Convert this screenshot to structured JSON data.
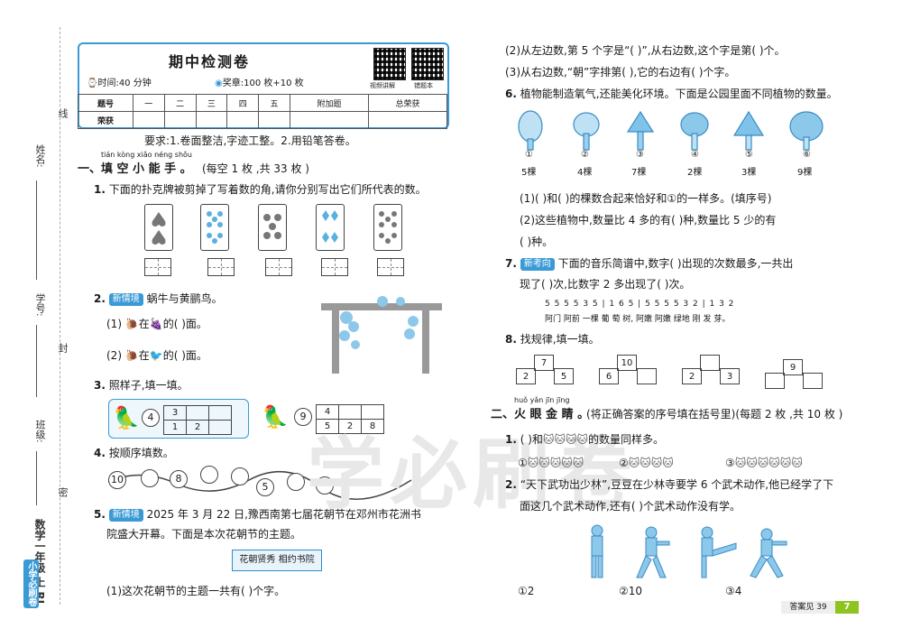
{
  "margin": {
    "title": "数学一年级 上 RJ",
    "name_label": "姓名:",
    "class_label": "班级:",
    "id_label": "学号:",
    "line1": "线",
    "line2": "封",
    "line3": "密",
    "brand": "小学必刷卷"
  },
  "header": {
    "title": "期中检测卷",
    "time": "时间:40 分钟",
    "reward": "奖章:100 枚+10 枚",
    "qr1_label": "视频讲解",
    "qr2_label": "错题本"
  },
  "score_table": {
    "row1": [
      "题号",
      "一",
      "二",
      "三",
      "四",
      "五",
      "附加题",
      "总荣获"
    ],
    "row2_label": "荣获"
  },
  "requirements": "要求:1.卷面整洁,字迹工整。2.用铅笔答卷。",
  "section1": {
    "pinyin": "tián kòng xiǎo néng shǒu",
    "title": "一、填 空 小 能 手 。",
    "note": "(每空 1 枚 ,共 33 枚 )"
  },
  "q1": {
    "num": "1.",
    "text": "下面的扑克牌被剪掉了写着数的角,请你分别写出它们所代表的数。"
  },
  "q2": {
    "num": "2.",
    "tag": "新情境",
    "text": "蜗牛与黄鹂鸟。",
    "sub1": "(1)",
    "sub1_text": "在",
    "sub1_end": "的(      )面。",
    "sub2": "(2)",
    "sub2_text": "在",
    "sub2_end": "的(      )面。"
  },
  "q3": {
    "num": "3.",
    "text": "照样子,填一填。",
    "ex_circle": "4",
    "ex_top": [
      "3",
      "",
      ""
    ],
    "ex_bottom": [
      "1",
      "2",
      ""
    ],
    "q_circle": "9",
    "q_top": [
      "4",
      "",
      ""
    ],
    "q_bottom": [
      "5",
      "2",
      "8"
    ]
  },
  "q4": {
    "num": "4.",
    "text": "按顺序填数。",
    "circles": [
      "10",
      "",
      "8",
      "",
      "",
      "",
      "5",
      "",
      ""
    ]
  },
  "q5": {
    "num": "5.",
    "tag": "新情境",
    "text1": "2025 年 3 月 22 日,豫西南第七届花朝节在邓州市花洲书",
    "text2": "院盛大开幕。下面是本次花朝节的主题。",
    "theme": "花朝贤秀  相约书院",
    "sub1": "(1)这次花朝节的主题一共有(      )个字。"
  },
  "right": {
    "q5_sub2": "(2)从左边数,第 5 个字是“(      )”,从右边数,这个字是第(      )个。",
    "q5_sub3": "(3)从右边数,“朝”字排第(      ),它的右边有(      )个字。",
    "q6": {
      "num": "6.",
      "text": "植物能制造氧气,还能美化环境。下面是公园里面不同植物的数量。",
      "labels": [
        "①",
        "②",
        "③",
        "④",
        "⑤",
        "⑥"
      ],
      "counts": [
        "5棵",
        "4棵",
        "7棵",
        "2棵",
        "3棵",
        "9棵"
      ],
      "sub1": "(1)(      )和(      )的棵数合起来恰好和①的一样多。(填序号)",
      "sub2": "(2)这些植物中,数量比 4 多的有(      )种,数量比 5 少的有",
      "sub2b": "(      )种。"
    },
    "q7": {
      "num": "7.",
      "tag": "新考向",
      "text1": "下面的音乐简谱中,数字(      )出现的次数最多,一共出",
      "text2": "现了(      )次,比数字 2 多出现了(      )次。",
      "notes": "5 5 5 5 3 5  |  1  6  5  |  5 5 5 5 3 2 |  1  3  2",
      "lyrics": "阿门 阿前 一棵 葡  萄  树,   阿嫩 阿嫩 绿地 刚  发  芽。"
    },
    "q8": {
      "num": "8.",
      "text": "找规律,填一填。",
      "tops": [
        "7",
        "10",
        "",
        "9"
      ],
      "bottoms": [
        [
          "2",
          "5"
        ],
        [
          "6",
          ""
        ],
        [
          "2",
          "3"
        ],
        [
          "",
          ""
        ]
      ]
    },
    "section2": {
      "pinyin": "huǒ yǎn jīn jīng",
      "title": "二、火 眼 金 睛 。",
      "note": "(将正确答案的序号填在括号里)(每题 2 枚 ,共 10 枚 )"
    },
    "s2q1": {
      "num": "1.",
      "pre": "(      )和",
      "post": "的数量同样多。",
      "options": [
        "①",
        "②",
        "③"
      ]
    },
    "s2q2": {
      "num": "2.",
      "text1": "“天下武功出少林”,豆豆在少林寺要学 6 个武术动作,他已经学了下",
      "text2": "面这几个武术动作,还有(      )个武术动作没有学。",
      "options": [
        "①2",
        "②10",
        "③4"
      ]
    },
    "footer": {
      "label": "答案见 39",
      "page": "7"
    }
  },
  "watermark": "学必刷卷",
  "colors": {
    "accent": "#3a9ad6",
    "green": "#8fc31f"
  }
}
